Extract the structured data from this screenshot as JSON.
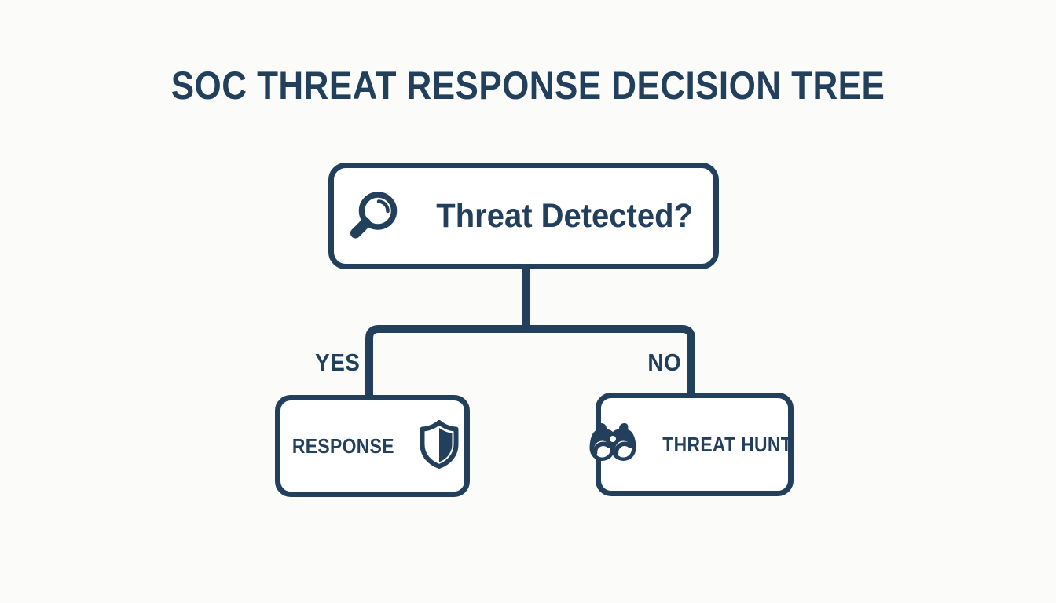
{
  "page": {
    "title": "SOC THREAT RESPONSE DECISION TREE",
    "background_color": "#fbfbfa",
    "accent_color": "#22405c",
    "node_fill_color": "#ffffff"
  },
  "diagram": {
    "type": "decision-tree",
    "root": {
      "label": "Threat Detected?",
      "icon": "magnifying-glass-icon"
    },
    "branches": [
      {
        "label": "YES",
        "target": {
          "label": "RESPONSE",
          "icon": "shield-icon",
          "icon_position": "right"
        }
      },
      {
        "label": "NO",
        "target": {
          "label": "THREAT HUNT",
          "icon": "binoculars-icon",
          "icon_position": "left"
        }
      }
    ]
  }
}
